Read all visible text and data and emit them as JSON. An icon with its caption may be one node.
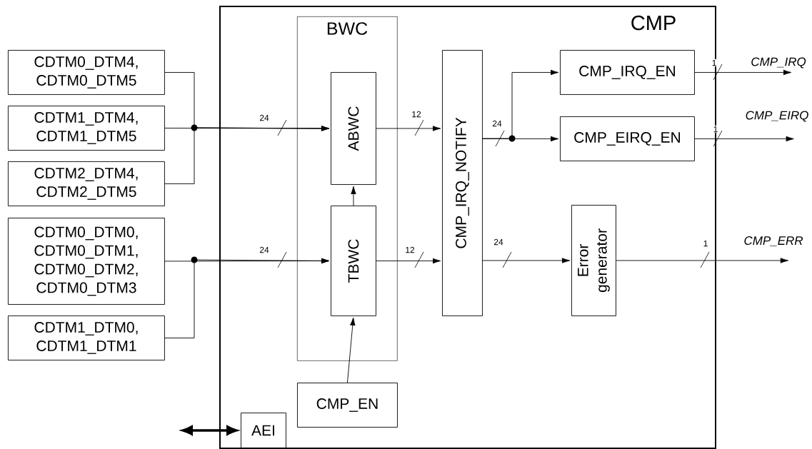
{
  "diagram": {
    "nodes": [
      {
        "text": [
          "CMP"
        ]
      },
      {
        "text": [
          "BWC"
        ],
        "in": 0
      },
      {
        "text": [
          "ABWC"
        ],
        "in": 1
      },
      {
        "text": [
          "TBWC"
        ],
        "in": 1
      },
      {
        "text": [
          "CMP_IRQ_NOTIFY"
        ],
        "in": 0
      },
      {
        "text": [
          "CMP_IRQ_EN"
        ],
        "in": 0
      },
      {
        "text": [
          "CMP_EIRQ_EN"
        ],
        "in": 0
      },
      {
        "text": [
          "Error generator"
        ],
        "in": 0
      },
      {
        "text": [
          "CMP_EN"
        ],
        "in": 0
      },
      {
        "text": [
          "AEI"
        ],
        "in": 0
      },
      {
        "text": [
          "CDTM0_DTM4, CDTM0_DTM5"
        ]
      },
      {
        "text": [
          "CDTM1_DTM4, CDTM1_DTM5"
        ]
      },
      {
        "text": [
          "CDTM2_DTM4, CDTM2_DTM5"
        ]
      },
      {
        "text": [
          "CDTM0_DTM0, CDTM0_DTM1, CDTM0_DTM2, CDTM0_DTM3"
        ]
      },
      {
        "text": [
          "CDTM1_DTM0, CDTM1_DTM1"
        ]
      },
      {
        "text": [
          "CMP_IRQ"
        ]
      },
      {
        "text": [
          "CMP_EIRQ"
        ]
      },
      {
        "text": [
          "CMP_ERR"
        ]
      }
    ],
    "edges": [
      {
        "from": 10,
        "to": 2,
        "arrow": "to"
      },
      {
        "from": 11,
        "to": 2,
        "arrow": "to",
        "label": "24"
      },
      {
        "from": 12,
        "to": 2,
        "arrow": "to"
      },
      {
        "from": 13,
        "to": 3,
        "arrow": "to",
        "label": "24"
      },
      {
        "from": 14,
        "to": 3,
        "arrow": "to"
      },
      {
        "from": 3,
        "to": 2,
        "arrow": "to"
      },
      {
        "from": 8,
        "to": 3,
        "arrow": "to"
      },
      {
        "from": 2,
        "to": 4,
        "arrow": "to",
        "label": "12"
      },
      {
        "from": 3,
        "to": 4,
        "arrow": "to",
        "label": "12"
      },
      {
        "from": 4,
        "to": 5,
        "arrow": "to"
      },
      {
        "from": 4,
        "to": 6,
        "arrow": "to",
        "label": "24"
      },
      {
        "from": 4,
        "to": 7,
        "arrow": "to",
        "label": "24"
      },
      {
        "from": 5,
        "to": 15,
        "arrow": "to",
        "label": "1"
      },
      {
        "from": 6,
        "to": 16,
        "arrow": "to",
        "label": "1"
      },
      {
        "from": 7,
        "to": 17,
        "arrow": "to",
        "label": "1"
      },
      {
        "from": null,
        "to": 9,
        "arrow": "both",
        "style": "thick"
      }
    ]
  }
}
